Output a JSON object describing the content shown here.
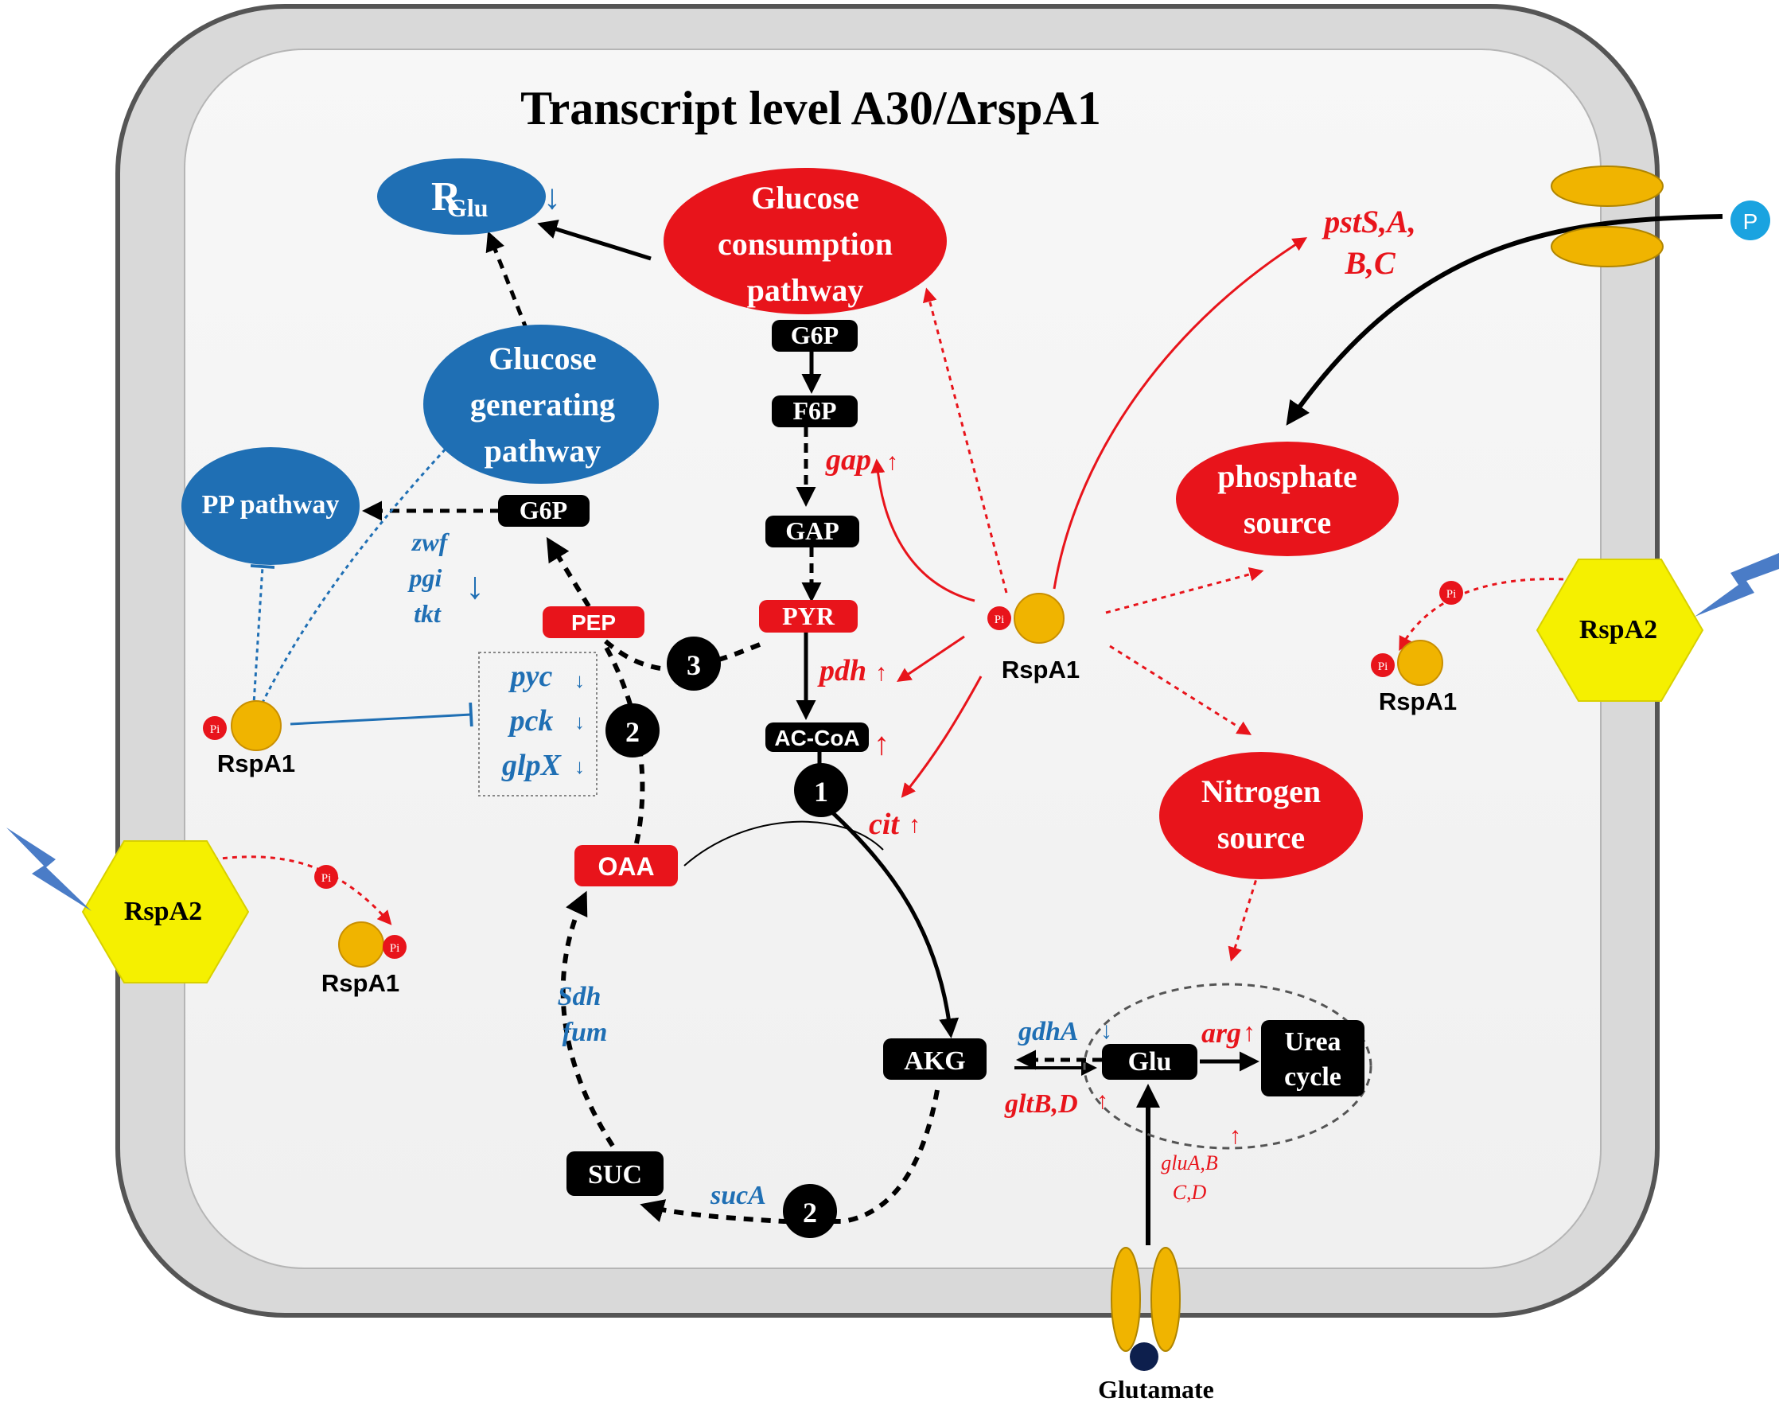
{
  "title": "Transcript level  A30/ΔrspA1",
  "colors": {
    "red": "#e8141b",
    "blue": "#1f6fb4",
    "black": "#000000",
    "gold": "#f0b400",
    "yellow": "#f5f000",
    "cyan": "#1aa3e0",
    "lightning": "#4a7cc7"
  },
  "ovals": {
    "rglu_main": "R",
    "rglu_sub": "Glu",
    "glucose_consumption": [
      "Glucose",
      "consumption",
      "pathway"
    ],
    "glucose_generating": [
      "Glucose",
      "generating",
      "pathway"
    ],
    "pp_pathway": "PP pathway",
    "phosphate_source": [
      "phosphate",
      "source"
    ],
    "nitrogen_source": [
      "Nitrogen",
      "source"
    ]
  },
  "metabolites": {
    "g6p_top": "G6P",
    "f6p": "F6P",
    "gap_box": "GAP",
    "pyr": "PYR",
    "accoa": "AC-CoA",
    "g6p_left": "G6P",
    "pep": "PEP",
    "oaa": "OAA",
    "akg": "AKG",
    "suc": "SUC",
    "glu": "Glu",
    "urea_cycle": [
      "Urea",
      "cycle"
    ]
  },
  "genes": {
    "gap": "gap",
    "pdh": "pdh",
    "cit": "cit",
    "pst": [
      "pstS,A,",
      "B,C"
    ],
    "zwf": "zwf",
    "pgi": "pgi",
    "tkt": "tkt",
    "pyc": "pyc",
    "pck": "pck",
    "glpx": "glpX",
    "sdh": "Sdh",
    "fum": "fum",
    "suca": "sucA",
    "gdha": "gdhA",
    "gltbd": "gltB,D",
    "arg": "arg",
    "glu_transporter": [
      "gluA,B",
      "C,D"
    ]
  },
  "badges": [
    "1",
    "2",
    "2",
    "3"
  ],
  "proteins": {
    "rspa1": "RspA1",
    "rspa2": "RspA2",
    "pi": "Pi",
    "phosphate": "P"
  },
  "glutamate": "Glutamate"
}
